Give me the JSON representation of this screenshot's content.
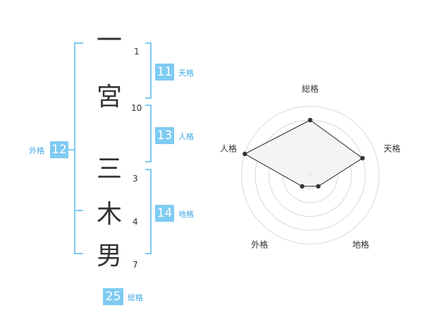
{
  "name": {
    "characters": [
      {
        "char": "一",
        "strokes": "1"
      },
      {
        "char": "宮",
        "strokes": "10"
      },
      {
        "char": "三",
        "strokes": "3"
      },
      {
        "char": "木",
        "strokes": "4"
      },
      {
        "char": "男",
        "strokes": "7"
      }
    ]
  },
  "fortune": {
    "tenkaku": {
      "value": "11",
      "label": "天格"
    },
    "jinkaku": {
      "value": "13",
      "label": "人格"
    },
    "chikaku": {
      "value": "14",
      "label": "地格"
    },
    "gaikaku": {
      "value": "12",
      "label": "外格"
    },
    "soukaku": {
      "value": "25",
      "label": "総格"
    }
  },
  "colors": {
    "accent": "#7ecbf2",
    "accent_text": "#41a9e6",
    "bracket": "#7ecbf2",
    "radar_fill": "#f2f2f2",
    "radar_ring": "#d9d9d9"
  },
  "chart_data": {
    "type": "radar",
    "axes": [
      "総格",
      "天格",
      "地格",
      "外格",
      "人格"
    ],
    "values": [
      4,
      4,
      1,
      1,
      5
    ],
    "max": 5
  }
}
